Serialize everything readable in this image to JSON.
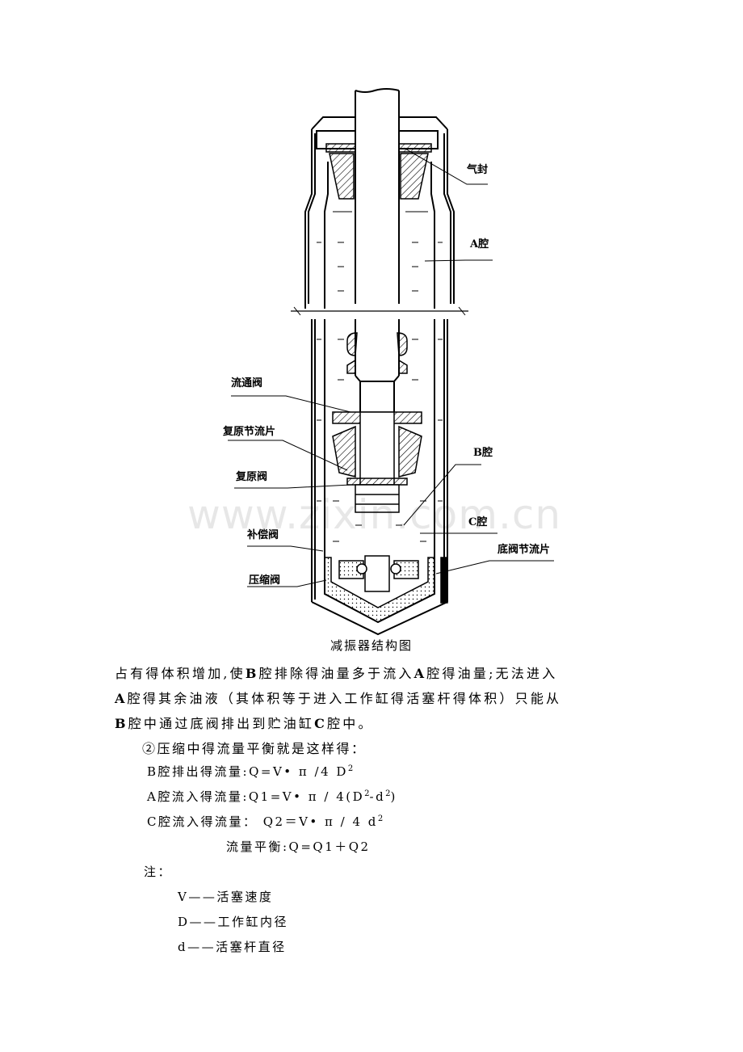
{
  "diagram": {
    "labels": {
      "seal": "气封",
      "chamber_a": "A腔",
      "flow_valve": "流通阀",
      "rebound_throttle": "复原节流片",
      "rebound_valve": "复原阀",
      "chamber_b": "B腔",
      "chamber_c": "C腔",
      "compensation_valve": "补偿阀",
      "base_throttle": "底阀节流片",
      "compression_valve": "压缩阀"
    },
    "watermark": "www.zixin.com.cn",
    "caption": "减振器结构图"
  },
  "paragraph": {
    "line1": "占有得体积增加,使",
    "line1_b1": "B",
    "line1_mid": "腔排除得油量多于流入",
    "line1_b2": "A",
    "line1_end": "腔得油量;无法进入",
    "line2_b": "A",
    "line2": "腔得其余油液（其体积等于进入工作缸得活塞杆得体积）只能从",
    "line3_b1": "B",
    "line3_mid": "腔中通过底阀排出到贮油缸",
    "line3_b2": "C",
    "line3_end": "腔中。"
  },
  "balance": {
    "heading": "②压缩中得流量平衡就是这样得：",
    "q": "B腔排出得流量:Q=V• π /4 D",
    "q_sup": "2",
    "q1": "A腔流入得流量:Q1=V• π / 4(D",
    "q1_sup1": "2",
    "q1_mid": "-d",
    "q1_sup2": "2",
    "q1_end": ")",
    "q2": "C腔流入得流量：  Q2＝V• π / 4 d",
    "q2_sup": "2",
    "sum": "流量平衡:Q=Q1＋Q2"
  },
  "notes": {
    "heading": "注：",
    "items": [
      "V——活塞速度",
      "D——工作缸内径",
      "d——活塞杆直径"
    ]
  }
}
